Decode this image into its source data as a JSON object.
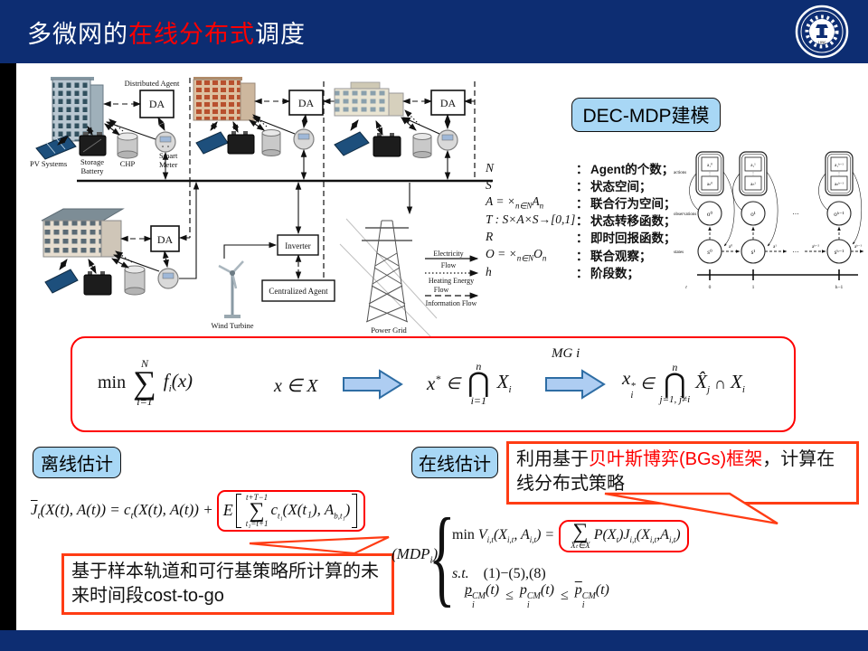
{
  "header": {
    "title_prefix": "多微网的",
    "title_highlight": "在线分布式",
    "title_suffix": "调度",
    "logo_year": "1896"
  },
  "microgrid": {
    "distributed_agent": "Distributed Agent",
    "da": "DA",
    "pv": "PV Systems",
    "storage1": "Storage",
    "storage2": "Battery",
    "chp": "CHP",
    "smart1": "Smart",
    "smart2": "Meter",
    "inverter": "Inverter",
    "centralized": "Centralized Agent",
    "wind": "Wind Turbine",
    "grid": "Power Grid",
    "legend": {
      "electricity": "Electricity",
      "flow1": "Flow",
      "heating": "Heating Energy",
      "flow2": "Flow",
      "information": "Information Flow"
    }
  },
  "decmdp": {
    "title": "DEC-MDP建模",
    "colon": "：",
    "notation": [
      {
        "m1": "N",
        "desc": "Agent的个数；"
      },
      {
        "m1": "S",
        "desc": "状态空间；"
      },
      {
        "m1": "A = ×",
        "s1": "n∈N",
        "m2": "A",
        "s2": "n",
        "desc": "联合行为空间；"
      },
      {
        "m1": "T : S×A×S→[0,1]",
        "desc": "状态转移函数；"
      },
      {
        "m1": "R",
        "desc": "即时回报函数；"
      },
      {
        "m1": "O = ×",
        "s1": "n∈N",
        "m2": "O",
        "s2": "n",
        "desc": "联合观察；"
      },
      {
        "m1": "h",
        "desc": "阶段数；"
      }
    ],
    "dbn": {
      "rows": {
        "actions": "actions",
        "observations": "observations",
        "states": "states"
      },
      "slices": [
        {
          "sq1": "a₁⁰",
          "sq2": "aₙ⁰",
          "vd": "⋮",
          "o": "o⁰",
          "s": "s⁰",
          "t": "0"
        },
        {
          "sq1": "a₁¹",
          "sq2": "aₙ¹",
          "vd": "⋮",
          "o": "o¹",
          "s": "s¹",
          "t": "1"
        },
        {
          "sq1": "a₁ʰ⁻¹",
          "sq2": "aₙʰ⁻¹",
          "vd": "⋮",
          "o": "oʰ⁻¹",
          "s": "sʰ⁻¹",
          "t": "h−1"
        }
      ],
      "edges": [
        "a⁰",
        "a¹",
        "aʰ⁻²",
        "aʰ⁻¹"
      ],
      "dots": "⋯",
      "t": "t"
    }
  },
  "opt": {
    "min": "min",
    "sum": {
      "top": "N",
      "op": "∑",
      "bot": "i=1"
    },
    "obj": {
      "f": "f",
      "sub": "i",
      "args": "(x)"
    },
    "dom": "x ∈ X",
    "g": {
      "x": "x",
      "star": "*",
      "el": "∈",
      "top": "n",
      "op": "⋂",
      "bot": "i=1",
      "X": "X",
      "Xsub": "i"
    },
    "mg": "MG i",
    "l": {
      "x": "x",
      "xsub": "i",
      "star": "*",
      "el": "∈",
      "top": "n",
      "op": "⋂",
      "bot": "j=1, j≠i",
      "Xh": "X̂",
      "Xhsub": "j",
      "cap": "∩",
      "X": "X",
      "Xsub": "i"
    }
  },
  "offline": {
    "label": "离线估计",
    "f": {
      "J": "J",
      "Jsub": "t",
      "a": "(X(t), A(t)) = c",
      "csub": "t",
      "b": "(X(t), A(t)) +",
      "E": "E"
    },
    "sum": {
      "top": "t+T−1",
      "op": "∑",
      "bot": "t₁=t+1"
    },
    "f2": {
      "c": "c",
      "csub": "t₁",
      "a": "(X(t₁), A",
      "Asub": "b,t₁",
      "b": ")"
    },
    "note": "基于样本轨道和可行基策略所计算的未来时间段cost-to-go"
  },
  "online": {
    "label": "在线估计",
    "note": {
      "pre": "利用基于",
      "hi": "贝叶斯博弈(BGs)框架",
      "post": "，计算在线分布式策略"
    },
    "mdp": {
      "pre": "(MDP",
      "sub": "i",
      "post": ")",
      "brace": "{"
    },
    "r1": {
      "min": "min ",
      "V": "V",
      "Vsub": "i,t",
      "a": "(X",
      "Xsub": "i,t",
      "b": ", A",
      "Asub": "i,t",
      "eq": ") ="
    },
    "sum": {
      "op": "∑",
      "bot": "Xₜ∈X"
    },
    "r1b": {
      "P": "P(X",
      "Psub": "t",
      "c": ")J",
      "Jsub": "i,t",
      "d": "(X",
      "X2sub": "i,t",
      "e": ",A",
      "A2sub": "i,t",
      "f": ")"
    },
    "r2": {
      "st": "s.t.",
      "cons": "(1)−(5),(8)"
    },
    "r3": {
      "p": "p",
      "sup": "CM",
      "sub": "i",
      "t": "(t)",
      "le": "≤"
    }
  }
}
